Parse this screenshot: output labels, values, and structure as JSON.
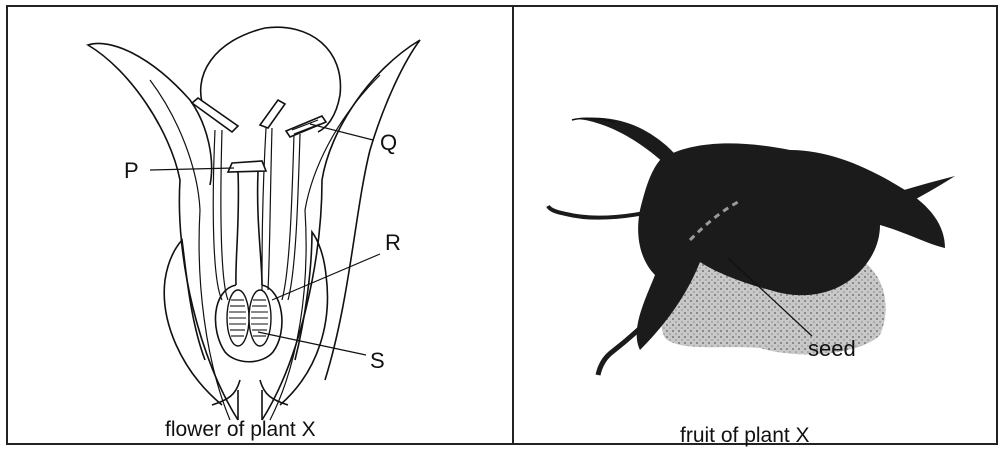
{
  "flower_panel": {
    "caption": "flower of plant X",
    "labels": {
      "p": "P",
      "q": "Q",
      "r": "R",
      "s": "S"
    }
  },
  "fruit_panel": {
    "caption": "fruit of plant X",
    "labels": {
      "seed": "seed"
    }
  }
}
